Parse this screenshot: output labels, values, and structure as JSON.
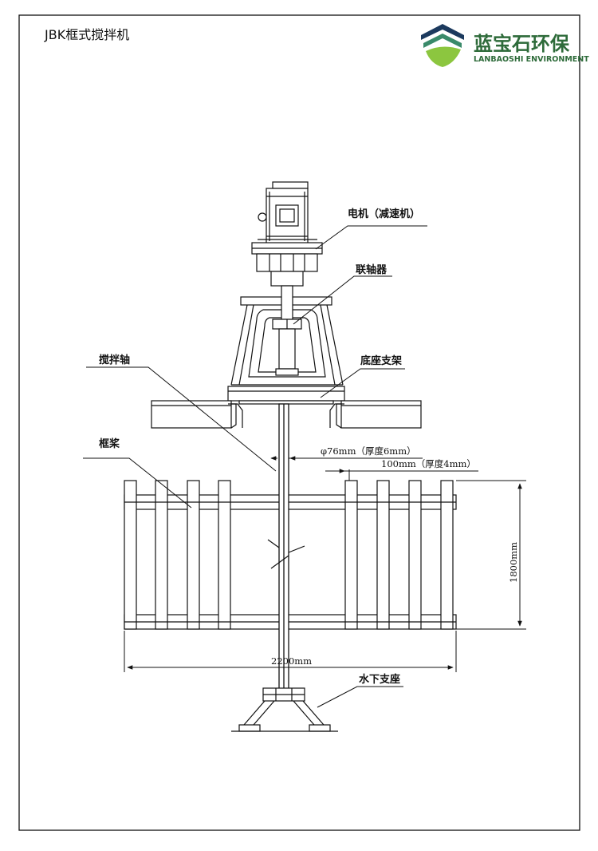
{
  "title": "JBK框式搅拌机",
  "brand": {
    "name_cn": "蓝宝石环保",
    "name_en": "LANBAOSHI ENVIRONMENT",
    "colors": {
      "green": "#8cc63f",
      "dark": "#2e6b3a",
      "teal": "#3a8a6a",
      "navy": "#1c3a5e"
    }
  },
  "labels": {
    "motor": "电机（减速机）",
    "coupling": "联轴器",
    "base_frame": "底座支架",
    "shaft": "搅拌轴",
    "frame_paddle": "框桨",
    "underwater_support": "水下支座"
  },
  "dimensions": {
    "shaft_dia": "φ76mm（厚度6mm）",
    "bar_size": "100mm（厚度4mm）",
    "height": "1800mm",
    "width": "2200mm"
  },
  "colors": {
    "line": "#111111",
    "background": "#ffffff"
  }
}
